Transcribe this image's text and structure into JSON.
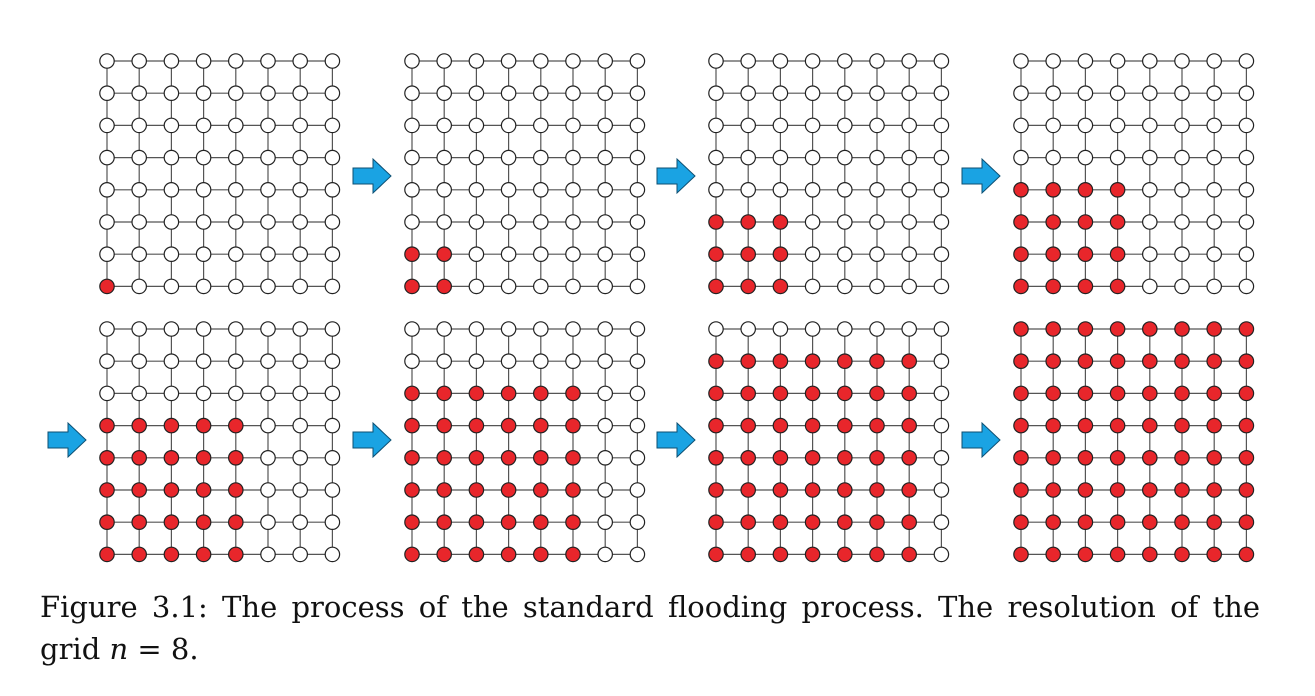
{
  "figure": {
    "grid_size": 8,
    "colors": {
      "filled": "#e8262b",
      "empty": "#ffffff",
      "node_stroke": "#222222",
      "edge": "#555555",
      "arrow": "#1aa3e3",
      "arrow_stroke": "#0d4f72"
    },
    "steps": [
      {
        "filled_cols": 1,
        "filled_rows": 1
      },
      {
        "filled_cols": 2,
        "filled_rows": 2
      },
      {
        "filled_cols": 3,
        "filled_rows": 3
      },
      {
        "filled_cols": 4,
        "filled_rows": 4
      },
      {
        "filled_cols": 5,
        "filled_rows": 5
      },
      {
        "filled_cols": 6,
        "filled_rows": 6
      },
      {
        "filled_cols": 7,
        "filled_rows": 7
      },
      {
        "filled_cols": 8,
        "filled_rows": 8
      }
    ],
    "arrow_icon": "right-arrow-icon"
  },
  "caption": {
    "label": "Figure 3.1:",
    "text": "The process of the standard flooding process.  The resolution of the grid",
    "math_var": "n",
    "math_rest": " = 8."
  }
}
